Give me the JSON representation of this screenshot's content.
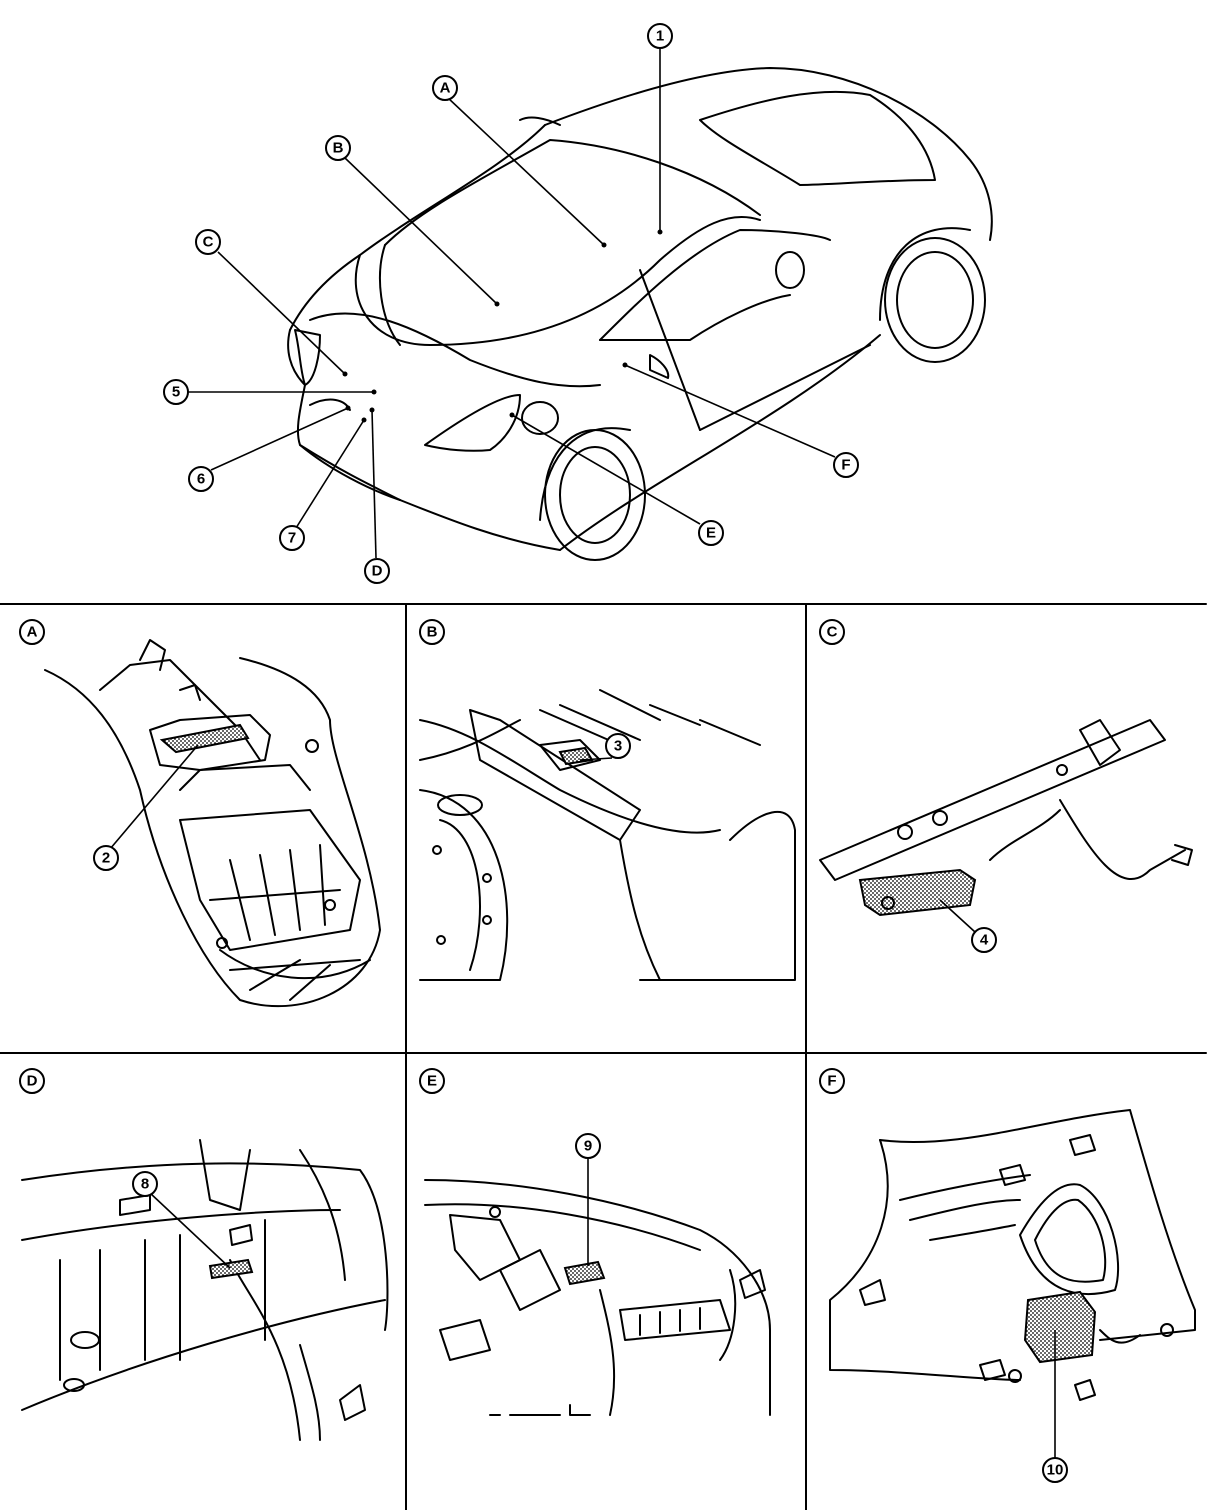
{
  "overview": {
    "callouts": [
      {
        "id": "1",
        "label": "1"
      },
      {
        "id": "A",
        "label": "A"
      },
      {
        "id": "B",
        "label": "B"
      },
      {
        "id": "C",
        "label": "C"
      },
      {
        "id": "5",
        "label": "5"
      },
      {
        "id": "6",
        "label": "6"
      },
      {
        "id": "7",
        "label": "7"
      },
      {
        "id": "D",
        "label": "D"
      },
      {
        "id": "E",
        "label": "E"
      },
      {
        "id": "F",
        "label": "F"
      }
    ]
  },
  "panels": [
    {
      "key": "A",
      "label": "A",
      "part": "2"
    },
    {
      "key": "B",
      "label": "B",
      "part": "3"
    },
    {
      "key": "C",
      "label": "C",
      "part": "4"
    },
    {
      "key": "D",
      "label": "D",
      "part": "8"
    },
    {
      "key": "E",
      "label": "E",
      "part": "9"
    },
    {
      "key": "F",
      "label": "F",
      "part": "10"
    }
  ]
}
